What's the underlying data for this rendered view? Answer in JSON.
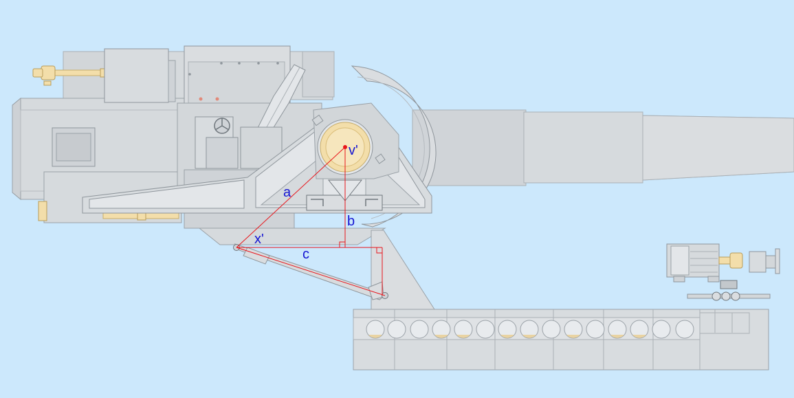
{
  "colors": {
    "background": "#cce8fc",
    "metal": "#d6dadd",
    "metal_light": "#e3e6e9",
    "metal_dark": "#c3c8cc",
    "outline": "#8e959b",
    "brass": "#f3deaa",
    "brass_dark": "#d9bc78",
    "construction_line": "#e8151b",
    "label": "#1414d2"
  },
  "labels": {
    "pivot": "v'",
    "side_a": "a",
    "side_b": "b",
    "side_c": "c",
    "joint": "x'"
  }
}
